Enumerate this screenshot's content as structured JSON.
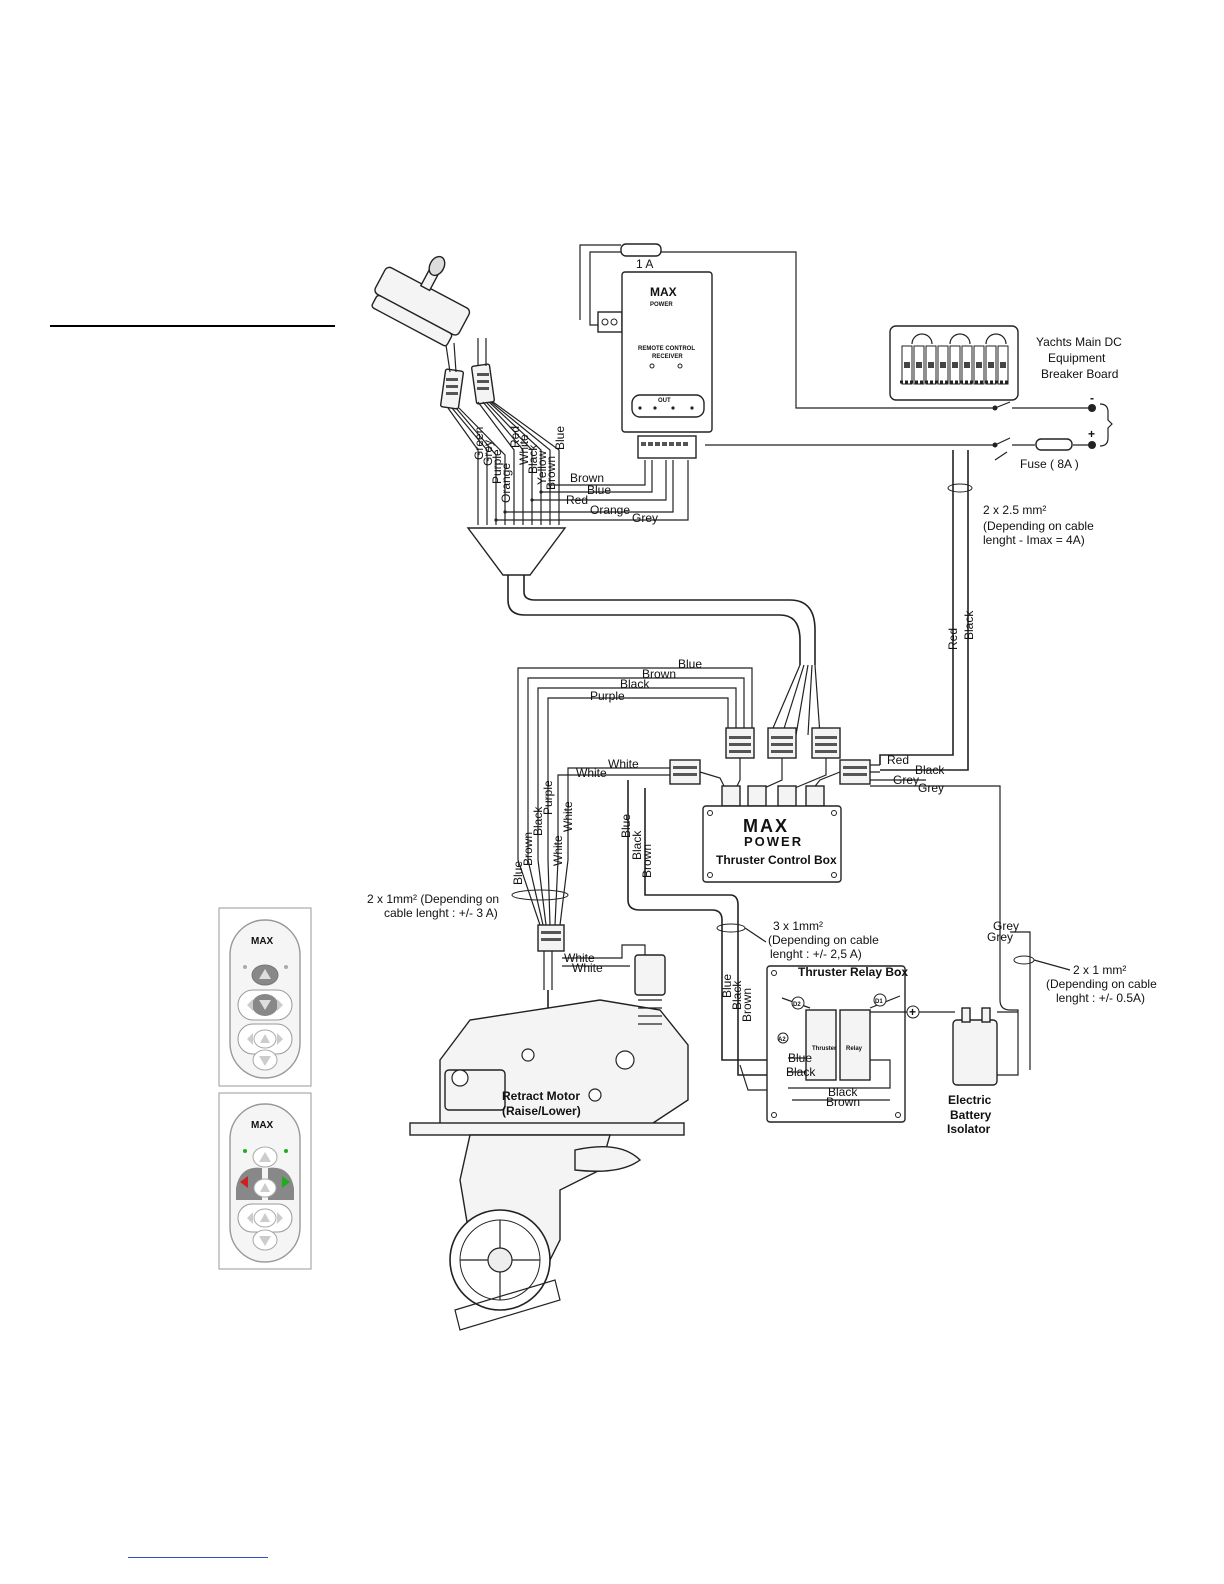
{
  "fuse_top": "1 A",
  "receiver": {
    "brand": "MAX",
    "brand2": "POWER",
    "title": "REMOTE CONTROL",
    "subtitle": "RECEIVER",
    "out": "OUT"
  },
  "breaker_board": [
    "Yachts Main DC",
    "Equipment",
    "Breaker Board"
  ],
  "polarity": {
    "minus": "-",
    "plus": "+"
  },
  "fuse_main": "Fuse ( 8A )",
  "cable_main": [
    "2 x 2.5 mm²",
    "(Depending on cable",
    "lenght - Imax = 4A)"
  ],
  "joystick_wires": [
    "Green",
    "Grey",
    "Purple",
    "Orange",
    "Red",
    "White",
    "Black",
    "Yellow",
    "Brown",
    "Blue"
  ],
  "receiver_wires": [
    "Brown",
    "Blue",
    "Red",
    "Orange",
    "Grey"
  ],
  "supply_wires": {
    "red": "Red",
    "black": "Black"
  },
  "upper_loop_wires": [
    "Blue",
    "Brown",
    "Black",
    "Purple"
  ],
  "control_box": {
    "brand": "MAX",
    "brand2": "POWER",
    "label": "Thruster Control Box"
  },
  "white_wires": [
    "White",
    "White"
  ],
  "right_side_wires": [
    "Red",
    "Black",
    "Grey",
    "Grey"
  ],
  "left_vertical_wires": [
    "Blue",
    "Brown",
    "Black",
    "Purple",
    "White",
    "White"
  ],
  "relay_wires_vertical": [
    "Blue",
    "Black",
    "Brown"
  ],
  "cable_motor": [
    "2 x 1mm² (Depending on",
    "cable lenght : +/- 3 A)"
  ],
  "motor_wires": [
    "White",
    "White"
  ],
  "cable_relay": [
    "3 x 1mm²",
    "(Depending on cable",
    "lenght : +/- 2,5 A)"
  ],
  "relay_box": {
    "title": "Thruster Relay Box",
    "d2": "D2",
    "d1": "D1",
    "a2": "A2",
    "plus": "+",
    "thruster": "Thruster",
    "relay": "Relay"
  },
  "relay_inner_wires": [
    "Blue",
    "Black",
    "Black",
    "Brown"
  ],
  "grey_wires": [
    "Grey",
    "Grey"
  ],
  "cable_isolator": [
    "2 x 1 mm²",
    "(Depending on cable",
    "lenght : +/- 0.5A)"
  ],
  "isolator": [
    "Electric",
    "Battery",
    "Isolator"
  ],
  "retract_motor": [
    "Retract Motor",
    "(Raise/Lower)"
  ],
  "remote_brand": "MAX"
}
